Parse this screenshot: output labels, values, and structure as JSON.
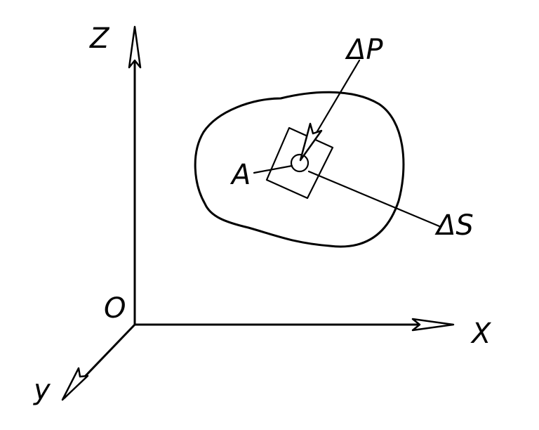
{
  "labels": {
    "z_axis": "Z",
    "x_axis": "X",
    "y_axis": "y",
    "origin": "O",
    "point": "A",
    "force": "ΔP",
    "area": "ΔS"
  },
  "colors": {
    "ink": "#000000",
    "background": "#ffffff"
  }
}
